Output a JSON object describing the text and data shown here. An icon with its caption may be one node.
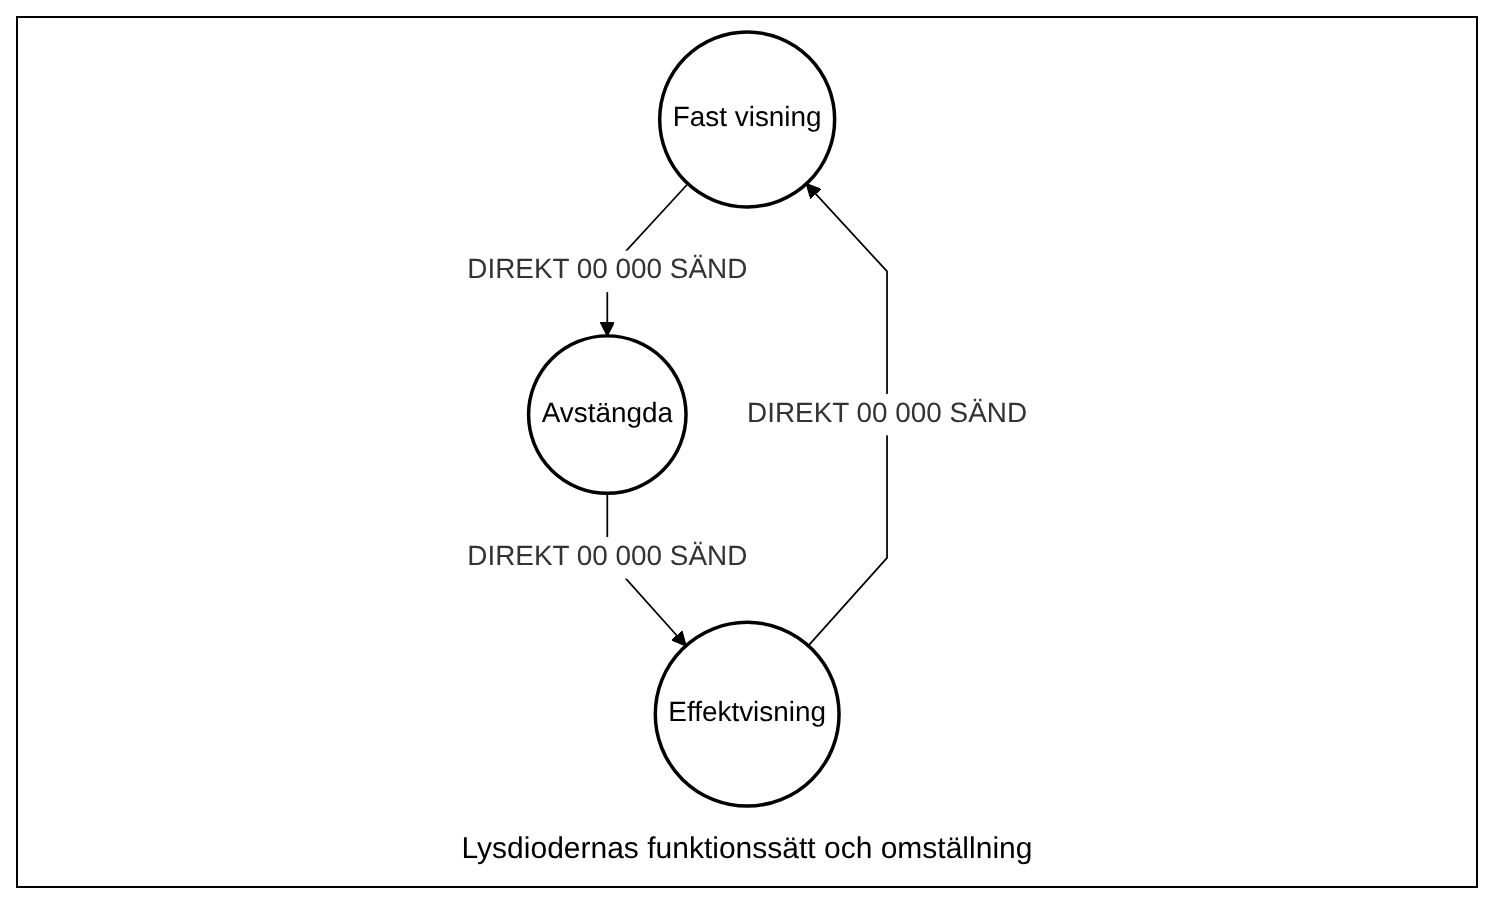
{
  "diagram": {
    "caption": "Lysdiodernas funktionssätt och omställning",
    "nodes": [
      {
        "text": [
          "Fast visning"
        ]
      },
      {
        "text": [
          "Effektvisning"
        ]
      },
      {
        "text": [
          "Avstängda"
        ]
      }
    ],
    "edges": [
      {
        "from": 1,
        "to": 0,
        "arrow": "to",
        "label": "DIREKT 00 000 SÄND"
      },
      {
        "from": 0,
        "to": 2,
        "arrow": "to",
        "label": "DIREKT 00 000 SÄND"
      },
      {
        "from": 2,
        "to": 1,
        "arrow": "to",
        "label": "DIREKT 00 000 SÄND"
      }
    ]
  }
}
